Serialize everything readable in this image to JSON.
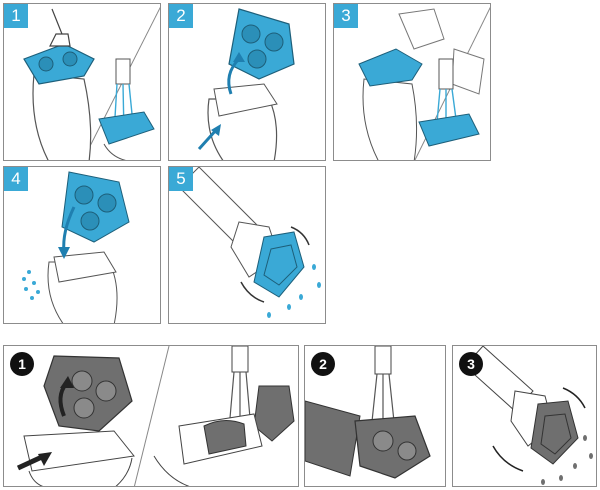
{
  "colors": {
    "accent_blue": "#3aa9d6",
    "head_gray": "#6f6f6f",
    "outline": "#444444"
  },
  "top_steps": [
    {
      "label": "1",
      "icon": "brush-cleaning-head-icon"
    },
    {
      "label": "2",
      "icon": "open-shaving-unit-icon"
    },
    {
      "label": "3",
      "icon": "rinse-under-tap-icon"
    },
    {
      "label": "4",
      "icon": "close-shaving-unit-icon"
    },
    {
      "label": "5",
      "icon": "shake-off-water-icon"
    }
  ],
  "bottom_steps": [
    {
      "label": "1",
      "icon": "open-and-rinse-icon"
    },
    {
      "label": "2",
      "icon": "rinse-head-icon"
    },
    {
      "label": "3",
      "icon": "shake-dry-icon"
    }
  ]
}
